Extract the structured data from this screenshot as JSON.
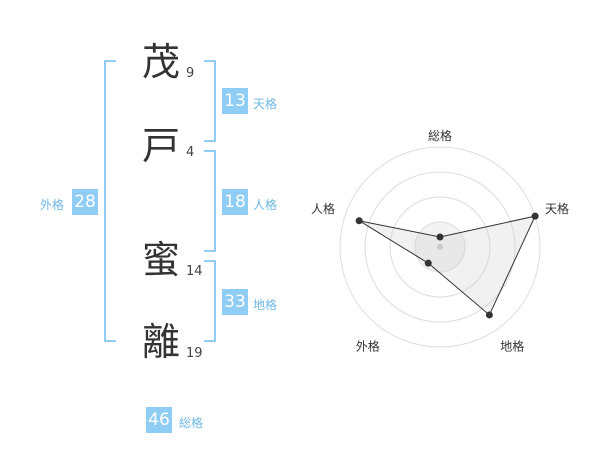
{
  "name": {
    "chars": [
      {
        "char": "茂",
        "strokes": "9"
      },
      {
        "char": "戸",
        "strokes": "4"
      },
      {
        "char": "蜜",
        "strokes": "14"
      },
      {
        "char": "離",
        "strokes": "19"
      }
    ]
  },
  "kaku": {
    "tenkaku": {
      "value": "13",
      "label": "天格"
    },
    "jinkaku": {
      "value": "18",
      "label": "人格"
    },
    "chikaku": {
      "value": "33",
      "label": "地格"
    },
    "gaikaku": {
      "value": "28",
      "label": "外格"
    },
    "soukaku": {
      "value": "46",
      "label": "総格"
    }
  },
  "chart_data": {
    "type": "radar",
    "axes": [
      "総格",
      "天格",
      "地格",
      "外格",
      "人格"
    ],
    "rings": 4,
    "values": [
      0.1,
      1.0,
      0.84,
      0.2,
      0.85
    ]
  }
}
